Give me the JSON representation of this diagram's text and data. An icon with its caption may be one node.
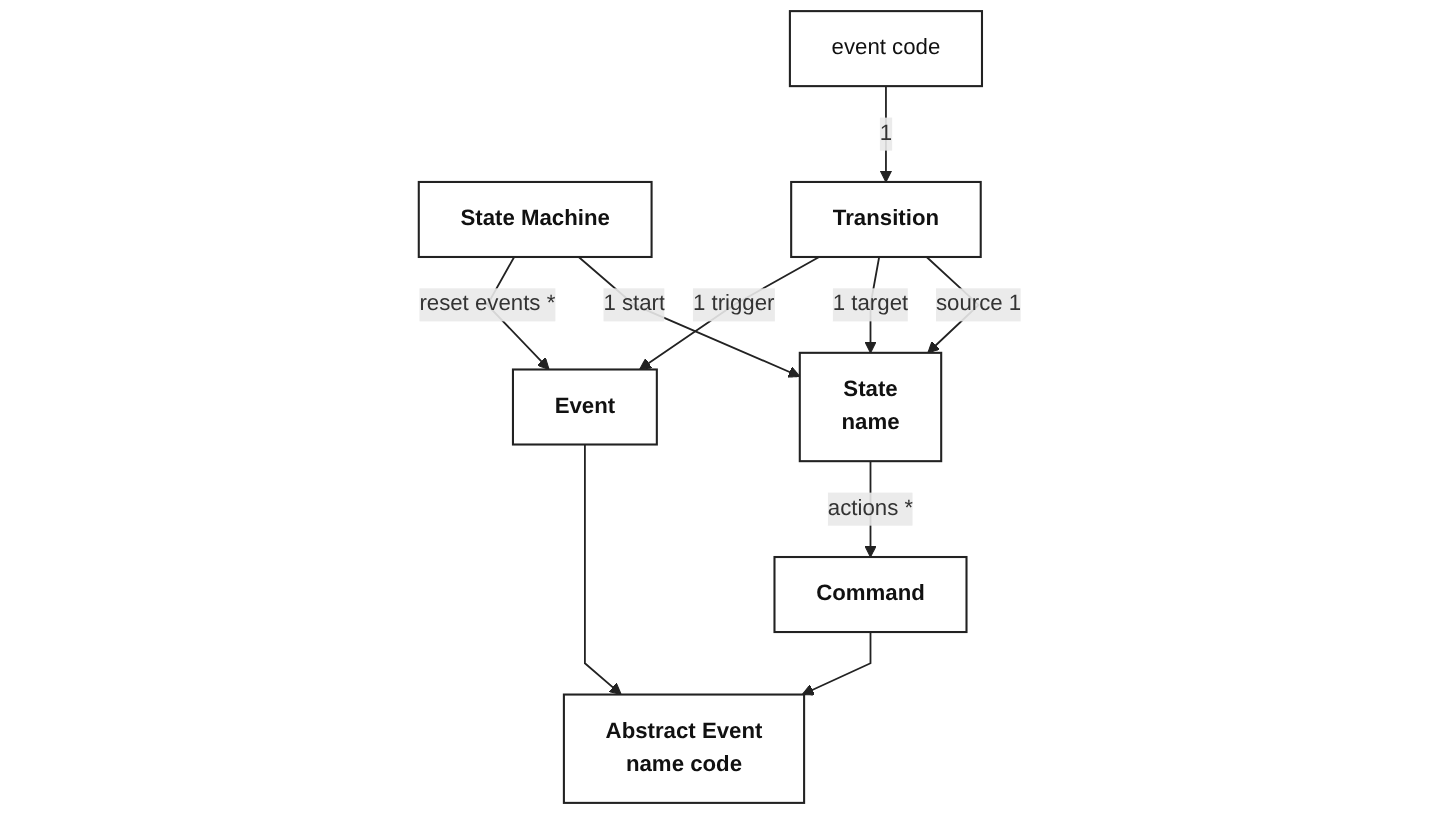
{
  "diagram": {
    "nodes": [
      {
        "text": [
          "State Machine"
        ]
      },
      {
        "text": [
          "Abstract Event",
          "name code"
        ]
      },
      {
        "text": [
          "State",
          "name"
        ]
      },
      {
        "text": [
          "event code"
        ]
      },
      {
        "text": [
          "Command"
        ]
      },
      {
        "text": [
          "Event"
        ]
      },
      {
        "text": [
          "Transition"
        ]
      }
    ],
    "edges": [
      {
        "from": 0,
        "to": 2,
        "arrow": "to",
        "label": "1 start"
      },
      {
        "from": 4,
        "to": 1,
        "arrow": "to"
      },
      {
        "from": 5,
        "to": 1,
        "arrow": "to"
      },
      {
        "from": 2,
        "to": 4,
        "arrow": "to",
        "label": "actions *"
      },
      {
        "from": 0,
        "to": 5,
        "arrow": "to",
        "label": "reset events *"
      },
      {
        "from": 6,
        "to": 2,
        "arrow": "to",
        "label": "source 1"
      },
      {
        "from": 6,
        "to": 2,
        "arrow": "to",
        "label": "1 target"
      },
      {
        "from": 6,
        "to": 5,
        "arrow": "to",
        "label": "1 trigger"
      },
      {
        "from": 3,
        "to": 6,
        "arrow": "to",
        "label": "1"
      }
    ]
  }
}
